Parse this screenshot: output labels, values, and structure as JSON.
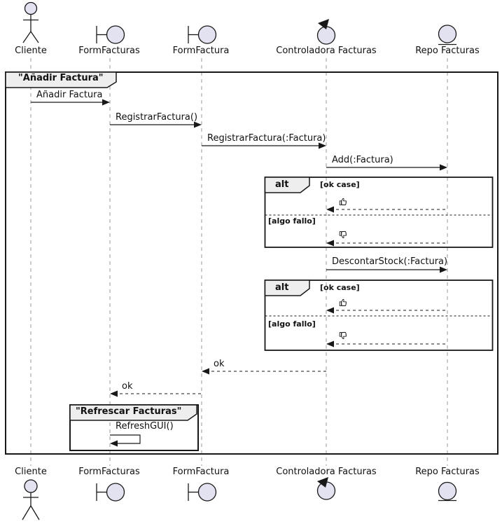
{
  "frames": {
    "main": {
      "title": "\"Añadir Factura\""
    },
    "refresh": {
      "title": "\"Refrescar Facturas\""
    }
  },
  "participants": [
    {
      "name": "Cliente",
      "type": "actor",
      "icon": "actor-icon"
    },
    {
      "name": "FormFacturas",
      "type": "boundary",
      "icon": "boundary-icon"
    },
    {
      "name": "FormFactura",
      "type": "boundary",
      "icon": "boundary-icon"
    },
    {
      "name": "Controladora Facturas",
      "type": "control",
      "icon": "control-icon"
    },
    {
      "name": "Repo Facturas",
      "type": "entity",
      "icon": "entity-icon"
    }
  ],
  "fragments": [
    {
      "operator": "alt",
      "guard_ok": "[ok case]",
      "guard_fail": "[algo fallo]"
    },
    {
      "operator": "alt",
      "guard_ok": "[ok case]",
      "guard_fail": "[algo fallo]"
    }
  ],
  "messages": [
    {
      "label": "Añadir Factura",
      "from": "Cliente",
      "to": "FormFacturas",
      "kind": "sync"
    },
    {
      "label": "RegistrarFactura()",
      "from": "FormFacturas",
      "to": "FormFactura",
      "kind": "sync"
    },
    {
      "label": "RegistrarFactura(:Factura)",
      "from": "FormFactura",
      "to": "Controladora Facturas",
      "kind": "sync"
    },
    {
      "label": "Add(:Factura)",
      "from": "Controladora Facturas",
      "to": "Repo Facturas",
      "kind": "sync"
    },
    {
      "label": "👍",
      "icon": "thumbs-up-icon",
      "from": "Repo Facturas",
      "to": "Controladora Facturas",
      "kind": "return"
    },
    {
      "label": "👎",
      "icon": "thumbs-down-icon",
      "from": "Repo Facturas",
      "to": "Controladora Facturas",
      "kind": "return"
    },
    {
      "label": "DescontarStock(:Factura)",
      "from": "Controladora Facturas",
      "to": "Repo Facturas",
      "kind": "sync"
    },
    {
      "label": "👍",
      "icon": "thumbs-up-icon",
      "from": "Repo Facturas",
      "to": "Controladora Facturas",
      "kind": "return"
    },
    {
      "label": "👎",
      "icon": "thumbs-down-icon",
      "from": "Repo Facturas",
      "to": "Controladora Facturas",
      "kind": "return"
    },
    {
      "label": "ok",
      "from": "Controladora Facturas",
      "to": "FormFactura",
      "kind": "return"
    },
    {
      "label": "ok",
      "from": "FormFactura",
      "to": "FormFacturas",
      "kind": "return"
    },
    {
      "label": "RefreshGUI()",
      "from": "FormFacturas",
      "to": "FormFacturas",
      "kind": "self"
    }
  ],
  "colors": {
    "background": "#FFFFFF",
    "participant_fill": "#E2E2F0",
    "stroke": "#181818",
    "frame_tab_fill": "#EEEEEE",
    "lifeline": "#999999"
  }
}
